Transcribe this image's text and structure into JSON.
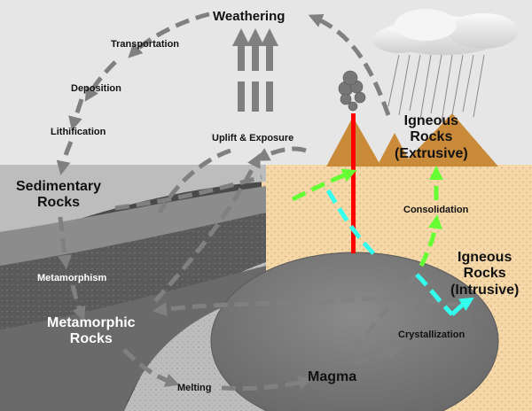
{
  "labels": {
    "weathering": "Weathering",
    "transportation": "Transportation",
    "deposition": "Deposition",
    "lithification": "Lithification",
    "uplift": "Uplift & Exposure",
    "sedimentary_l1": "Sedimentary",
    "sedimentary_l2": "Rocks",
    "igneous_ext_l1": "Igneous",
    "igneous_ext_l2": "Rocks",
    "igneous_ext_l3": "(Extrusive)",
    "consolidation": "Consolidation",
    "igneous_int_l1": "Igneous",
    "igneous_int_l2": "Rocks",
    "igneous_int_l3": "(Intrusive)",
    "metamorphism": "Metamorphism",
    "metamorphic_l1": "Metamorphic",
    "metamorphic_l2": "Rocks",
    "crystallization": "Crystallization",
    "melting": "Melting",
    "magma": "Magma"
  },
  "colors": {
    "sky": "#e6e6e6",
    "igneous_ground": "#f5d7a8",
    "volcano": "#c98b3a",
    "magma": "#7a7a7a",
    "arrow_gray": "#808080",
    "arrow_green": "#66ff33",
    "arrow_cyan": "#33ffee",
    "vent": "#ff0000"
  }
}
